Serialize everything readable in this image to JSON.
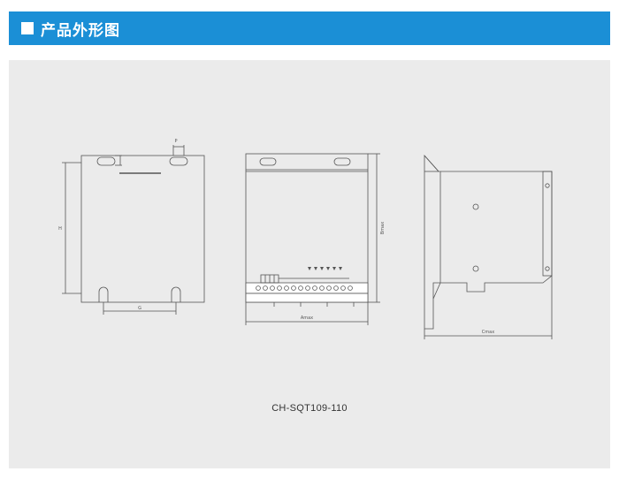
{
  "header": {
    "title": "产品外形图"
  },
  "drawing": {
    "model_label": "CH-SQT109-110",
    "dimension_labels": {
      "p": "P",
      "h": "H",
      "g": "G",
      "a_max": "Amax",
      "b_max": "Bmax",
      "c_max": "Cmax"
    }
  },
  "colors": {
    "header_bg": "#1b8fd6",
    "panel_bg": "#ebebeb",
    "line": "#555555"
  }
}
